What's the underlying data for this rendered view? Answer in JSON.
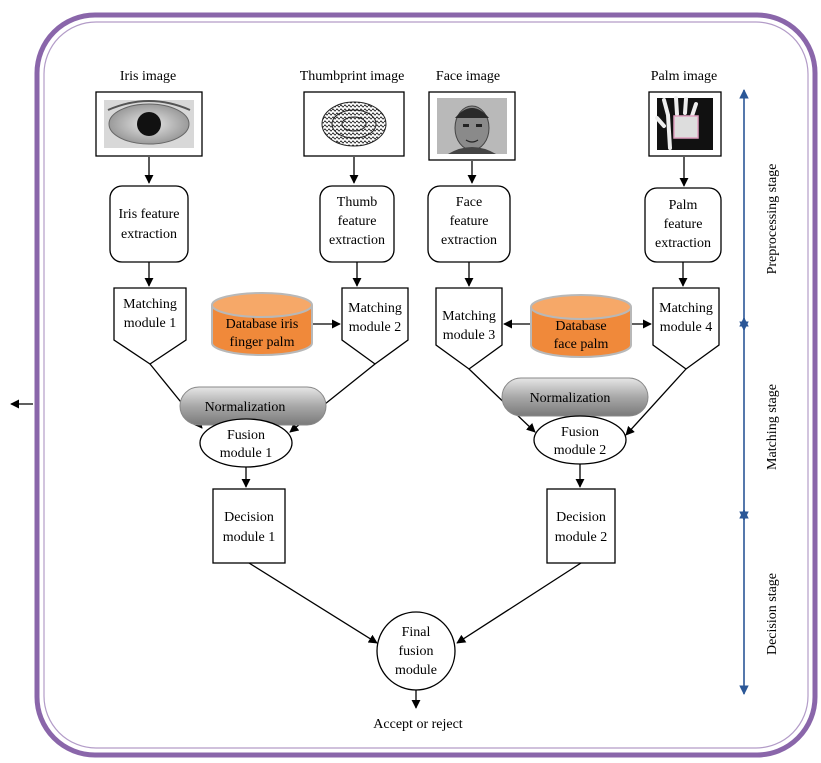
{
  "colors": {
    "frame": "#8a66aa",
    "database_fill": "#f0893a",
    "database_top": "#f6a868",
    "normalization_fill": "#a8a8a8",
    "stage_arrow": "#2b5797"
  },
  "images": {
    "iris": "Iris image",
    "thumb": "Thumbprint image",
    "face": "Face image",
    "palm": "Palm image"
  },
  "extraction": {
    "iris": [
      "Iris feature",
      "extraction"
    ],
    "thumb": [
      "Thumb",
      "feature",
      "extraction"
    ],
    "face": [
      "Face",
      "feature",
      "extraction"
    ],
    "palm": [
      "Palm",
      "feature",
      "extraction"
    ]
  },
  "matching": {
    "m1": [
      "Matching",
      "module 1"
    ],
    "m2": [
      "Matching",
      "module 2"
    ],
    "m3": [
      "Matching",
      "module 3"
    ],
    "m4": [
      "Matching",
      "module 4"
    ]
  },
  "databases": {
    "left": [
      "Database iris",
      "finger palm"
    ],
    "right": [
      "Database",
      "face palm"
    ]
  },
  "normalization": {
    "left": "Normalization",
    "right": "Normalization"
  },
  "fusion": {
    "f1": [
      "Fusion",
      "module 1"
    ],
    "f2": [
      "Fusion",
      "module 2"
    ]
  },
  "decision": {
    "d1": [
      "Decision",
      "module 1"
    ],
    "d2": [
      "Decision",
      "module 2"
    ]
  },
  "final": [
    "Final",
    "fusion",
    "module"
  ],
  "output": "Accept or reject",
  "stages": {
    "preprocessing": "Preprocessing stage",
    "matching": "Matching stage",
    "decision": "Decision stage"
  }
}
